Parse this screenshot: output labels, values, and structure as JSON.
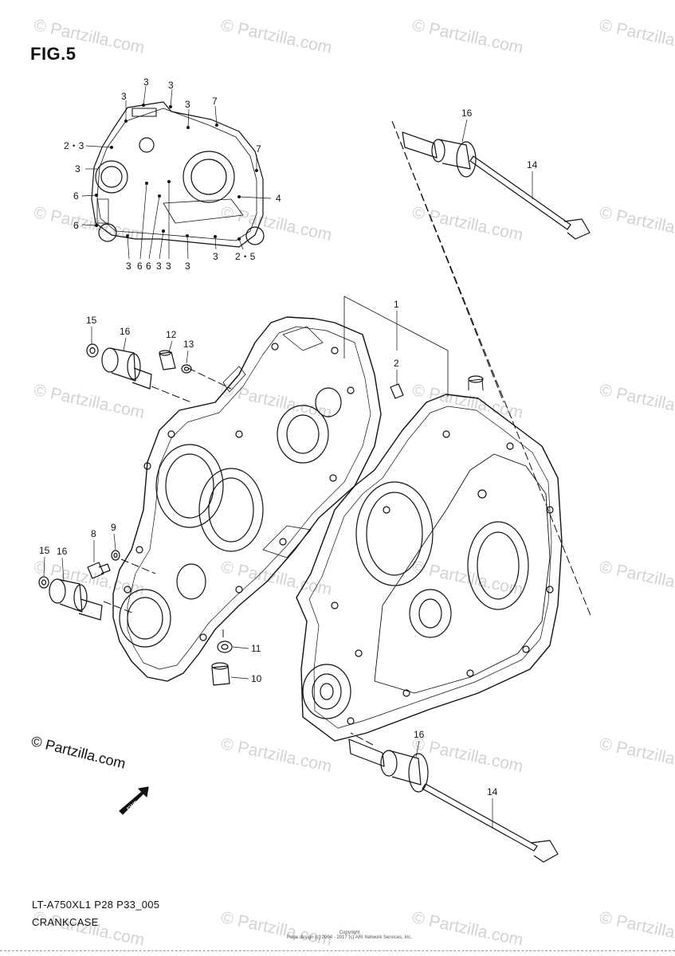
{
  "figure_label": "FIG.5",
  "watermark": "© Partzilla.com",
  "brand_text": "© Partzilla.com",
  "fwd_label": "FWD",
  "model_code": "LT-A750XL1 P28 P33_005",
  "section_title": "CRANKCASE",
  "footer_copyright_line1": "Copyright",
  "footer_copyright_line2": "Page design (c) 2004 - 2017 (c) ARI Network Services, Inc.",
  "callouts": {
    "inset": [
      "3",
      "3",
      "3",
      "3",
      "7",
      "2・3",
      "7",
      "3",
      "6",
      "4",
      "6",
      "3",
      "6",
      "6",
      "3",
      "3",
      "3",
      "3",
      "2・5"
    ],
    "main": [
      "16",
      "14",
      "1",
      "15",
      "16",
      "12",
      "13",
      "2",
      "9",
      "8",
      "15",
      "16",
      "11",
      "10",
      "16",
      "14"
    ]
  }
}
